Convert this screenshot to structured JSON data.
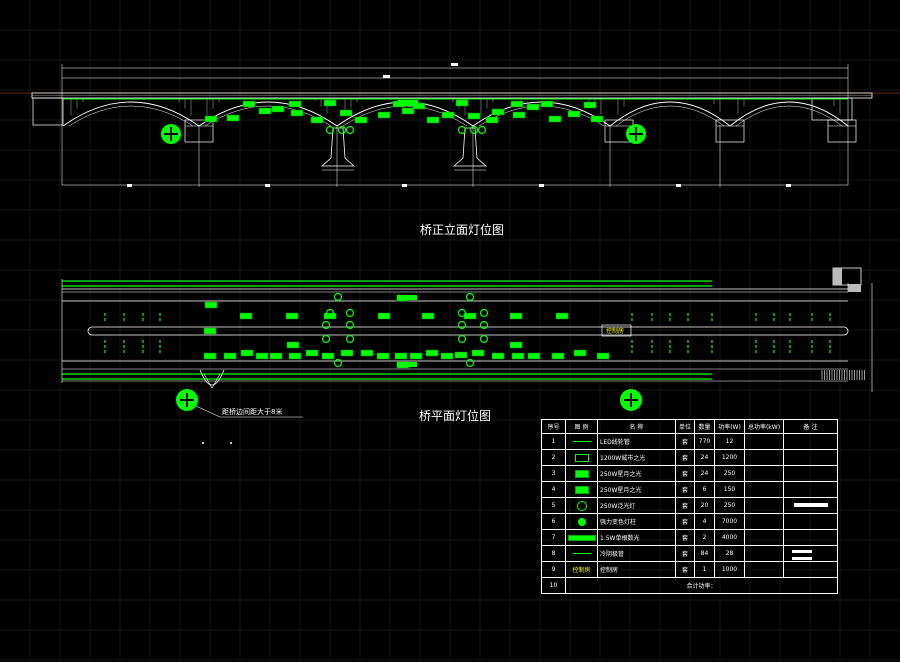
{
  "colors": {
    "background": "#000000",
    "grid": "#2a2a2a",
    "green": "#00ff00",
    "white": "#ffffff",
    "yellow": "#ffff00",
    "red": "#cc3a2a"
  },
  "elevation": {
    "title": "桥正立面灯位图"
  },
  "plan": {
    "title": "桥平面灯位图",
    "note": "距桥边间距大于8米",
    "control_label": "控制房"
  },
  "legend": {
    "headers": [
      "序号",
      "图 例",
      "名    称",
      "单位",
      "数量",
      "功率(W)",
      "总功率(kW)",
      "备    注"
    ],
    "rows": [
      {
        "no": "1",
        "symbol": "line",
        "name": "LED线轮管",
        "unit": "套",
        "qty": "770",
        "power": "12",
        "total": "",
        "remark": ""
      },
      {
        "no": "2",
        "symbol": "box",
        "name": "1200W城市之光",
        "unit": "套",
        "qty": "24",
        "power": "1200",
        "total": "",
        "remark": ""
      },
      {
        "no": "3",
        "symbol": "fill",
        "name": "250W星月之光",
        "unit": "套",
        "qty": "24",
        "power": "250",
        "total": "",
        "remark": ""
      },
      {
        "no": "4",
        "symbol": "fill",
        "name": "250W星月之光",
        "unit": "套",
        "qty": "6",
        "power": "150",
        "total": "",
        "remark": ""
      },
      {
        "no": "5",
        "symbol": "circle",
        "name": "250W泛光灯",
        "unit": "套",
        "qty": "20",
        "power": "250",
        "total": "",
        "remark": "bar"
      },
      {
        "no": "6",
        "symbol": "circlefill",
        "name": "强力变色灯柱",
        "unit": "套",
        "qty": "4",
        "power": "7000",
        "total": "",
        "remark": ""
      },
      {
        "no": "7",
        "symbol": "bar",
        "name": "1.5W单根数光",
        "unit": "套",
        "qty": "2",
        "power": "4000",
        "total": "",
        "remark": ""
      },
      {
        "no": "8",
        "symbol": "line",
        "name": "冷阴极管",
        "unit": "套",
        "qty": "84",
        "power": "28",
        "total": "",
        "remark": "bars"
      },
      {
        "no": "9",
        "symbol": "ctrl",
        "name": "控制房",
        "unit": "套",
        "qty": "1",
        "power": "1000",
        "total": "",
        "remark": ""
      }
    ],
    "row10_no": "10",
    "total_label": "合计功率："
  }
}
